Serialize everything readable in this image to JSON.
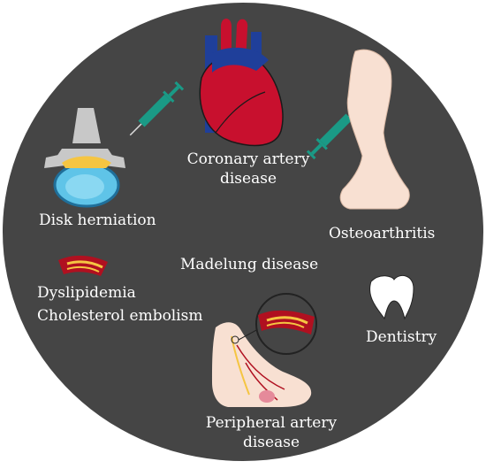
{
  "labels": {
    "coronary_line1": "Coronary artery",
    "coronary_line2": "disease",
    "disk": "Disk herniation",
    "osteo": "Osteoarthritis",
    "madelung": "Madelung disease",
    "dyslipidemia": "Dyslipidemia",
    "cholesterol": "Cholesterol embolism",
    "dentistry": "Dentistry",
    "peripheral_line1": "Peripheral artery",
    "peripheral_line2": "disease"
  },
  "colors": {
    "circle": "#454545",
    "heart_red": "#c8102e",
    "vessel_blue": "#1f3f9a",
    "syringe_teal": "#1a9a86",
    "skin": "#f8e0d2",
    "plaque_yellow": "#f5c542",
    "artery_red": "#b01020",
    "tooth": "#ffffff",
    "disk_blue": "#5fc4e8",
    "bone_grey": "#c8c8c8"
  },
  "icons": [
    "heart-icon",
    "syringe-icon",
    "vertebra-icon",
    "leg-icon",
    "artery-icon",
    "tooth-icon",
    "foot-icon",
    "magnifier-icon"
  ]
}
